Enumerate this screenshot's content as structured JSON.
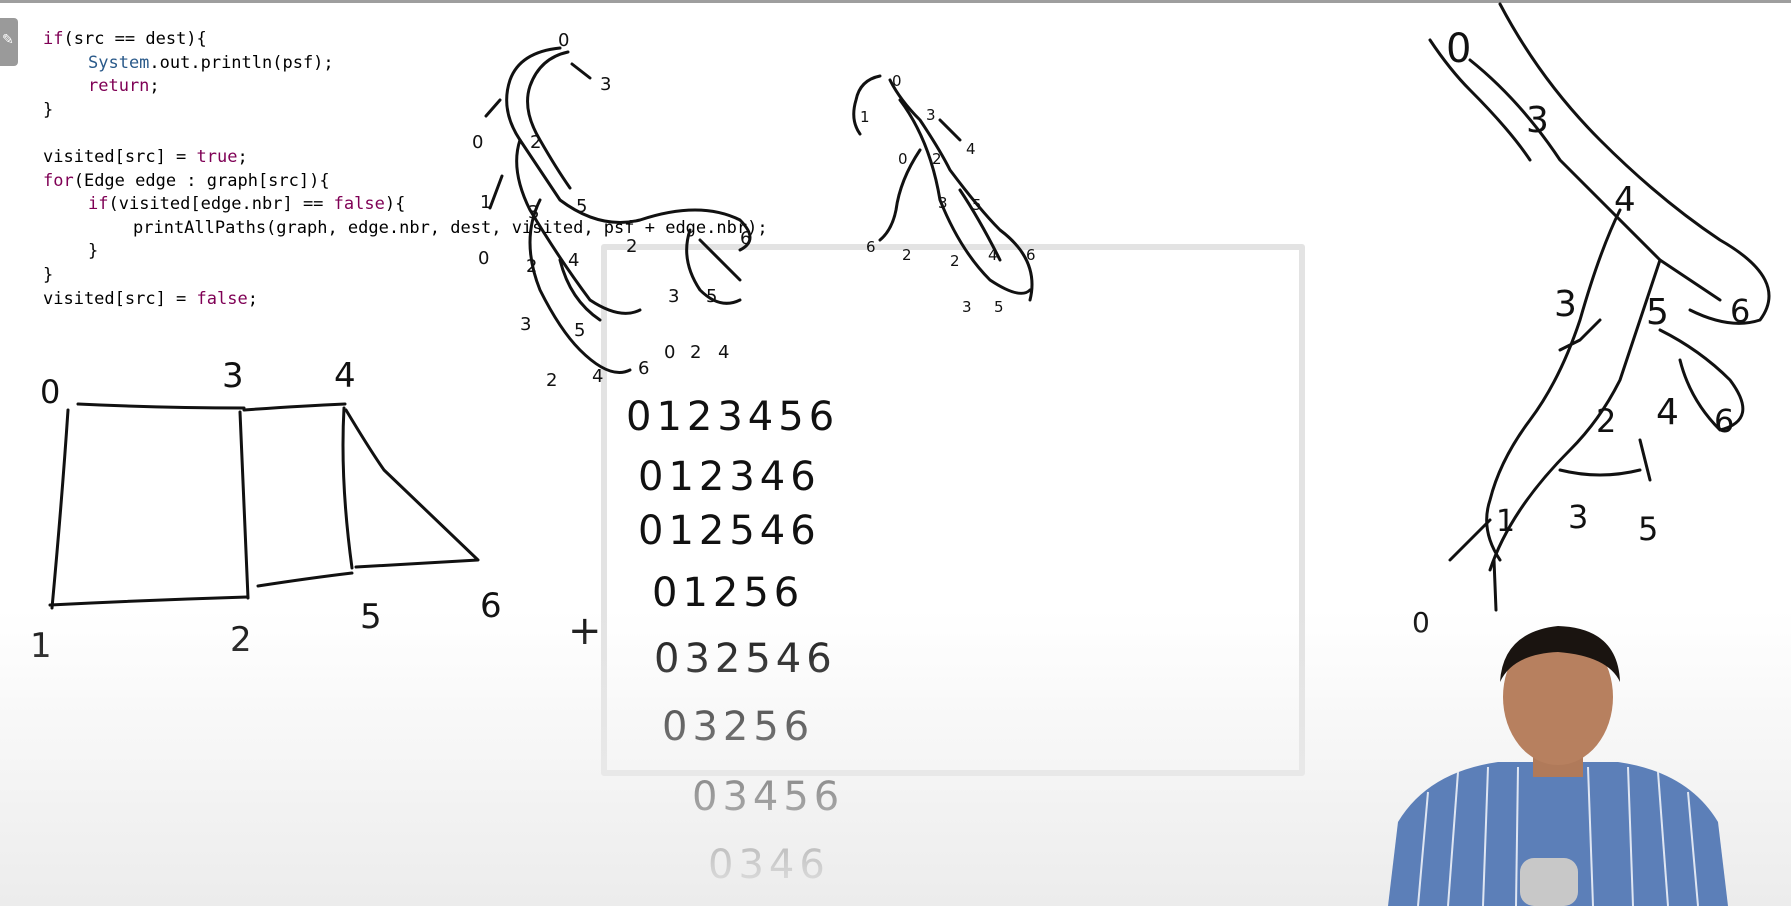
{
  "code": {
    "lines": [
      {
        "indent": 0,
        "parts": [
          {
            "t": "if",
            "kw": true
          },
          {
            "t": "(src == dest){"
          }
        ]
      },
      {
        "indent": 1,
        "parts": [
          {
            "t": "System",
            "sys": true
          },
          {
            "t": ".out.println(psf);"
          }
        ]
      },
      {
        "indent": 1,
        "parts": [
          {
            "t": "return",
            "kw": true
          },
          {
            "t": ";"
          }
        ]
      },
      {
        "indent": 0,
        "parts": [
          {
            "t": "}"
          }
        ]
      },
      {
        "indent": 0,
        "parts": [
          {
            "t": ""
          }
        ]
      },
      {
        "indent": 0,
        "parts": [
          {
            "t": "visited[src] = "
          },
          {
            "t": "true",
            "kw": true
          },
          {
            "t": ";"
          }
        ]
      },
      {
        "indent": 0,
        "parts": [
          {
            "t": "for",
            "kw": true
          },
          {
            "t": "(Edge edge : graph[src]){"
          }
        ]
      },
      {
        "indent": 1,
        "parts": [
          {
            "t": "if",
            "kw": true
          },
          {
            "t": "(visited[edge.nbr] == "
          },
          {
            "t": "false",
            "kw": true
          },
          {
            "t": "){"
          }
        ]
      },
      {
        "indent": 2,
        "parts": [
          {
            "t": "printAllPaths(graph, edge.nbr, dest, visited, psf + edge.nbr);"
          }
        ]
      },
      {
        "indent": 1,
        "parts": [
          {
            "t": "}"
          }
        ]
      },
      {
        "indent": 0,
        "parts": [
          {
            "t": "}"
          }
        ]
      },
      {
        "indent": 0,
        "parts": [
          {
            "t": "visited[src] = "
          },
          {
            "t": "false",
            "kw": true
          },
          {
            "t": ";"
          }
        ]
      }
    ]
  },
  "graph": {
    "labels": [
      "0",
      "3",
      "4",
      "1",
      "2",
      "5",
      "6"
    ]
  },
  "plus": "+",
  "paths": [
    "0123456",
    "012346",
    "012546",
    "01256",
    "032546",
    "03256",
    "03456",
    "0346"
  ],
  "tree_left": {
    "labels": [
      "0",
      "3",
      "0",
      "2",
      "1",
      "5",
      "3",
      "0",
      "2",
      "4",
      "2",
      "6",
      "3",
      "5",
      "3",
      "5",
      "6",
      "2",
      "4",
      "0",
      "2",
      "4"
    ]
  },
  "tree_mid": {
    "labels": [
      "0",
      "1",
      "3",
      "4",
      "0",
      "2",
      "3",
      "6",
      "2",
      "5",
      "2",
      "4",
      "6",
      "3",
      "5"
    ]
  },
  "tree_right": {
    "labels": [
      "0",
      "3",
      "4",
      "3",
      "5",
      "6",
      "2",
      "4",
      "6",
      "1",
      "3",
      "5",
      "0"
    ]
  },
  "presenter": {
    "shirt_color": "#5c7fb8"
  }
}
